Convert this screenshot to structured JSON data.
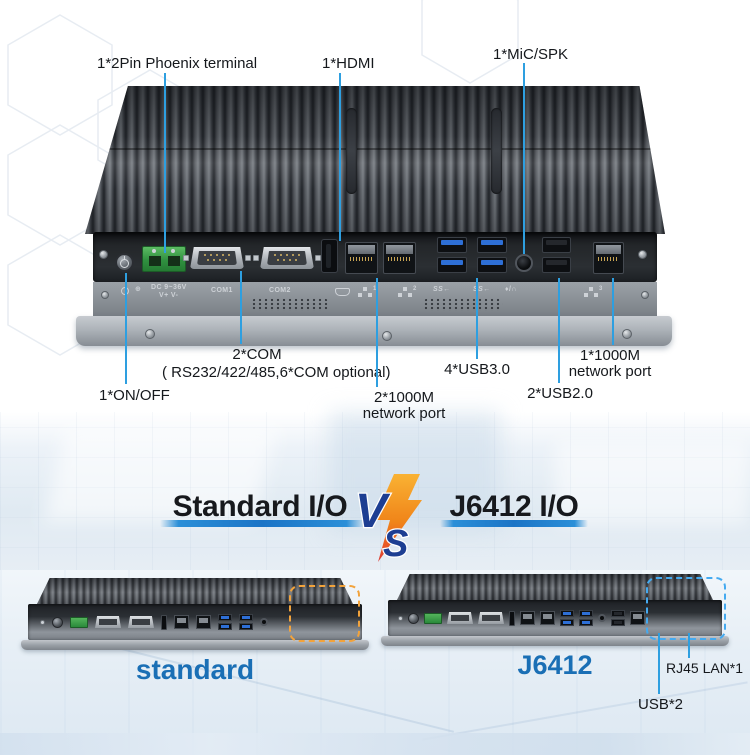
{
  "callouts_top": {
    "phoenix": "1*2Pin Phoenix terminal",
    "hdmi": "1*HDMI",
    "mic": "1*MiC/SPK"
  },
  "callouts_bottom": {
    "onoff": "1*ON/OFF",
    "com": "2*COM",
    "com_sub": "( RS232/422/485,6*COM optional)",
    "lan2_l1": "2*1000M",
    "lan2_l2": "network port",
    "usb3": "4*USB3.0",
    "usb2": "2*USB2.0",
    "lan1_l1": "1*1000M",
    "lan1_l2": "network port"
  },
  "silkscreen": {
    "ground": "⊕",
    "dc1": "DC 9~36V",
    "dc2": "V+ V-",
    "com1": "COM1",
    "com2": "COM2",
    "lan1": "1",
    "lan2": "2",
    "lan3": "3",
    "ss1": "SS←",
    "ss2": "SS←",
    "headset": "♦/∩"
  },
  "vs": {
    "left": "Standard I/O",
    "v": "V",
    "s": "S",
    "right": "J6412 I/O"
  },
  "compare": {
    "left_caption": "standard",
    "right_caption": "J6412",
    "rj45": "RJ45 LAN*1",
    "usb": "USB*2"
  },
  "colors": {
    "line_blue": "#2e9fe0",
    "caption_blue": "#1a6fb5",
    "dash_orange": "#f2a33c",
    "dash_blue": "#45aaf0",
    "underline_blue": "#1b74c6"
  }
}
